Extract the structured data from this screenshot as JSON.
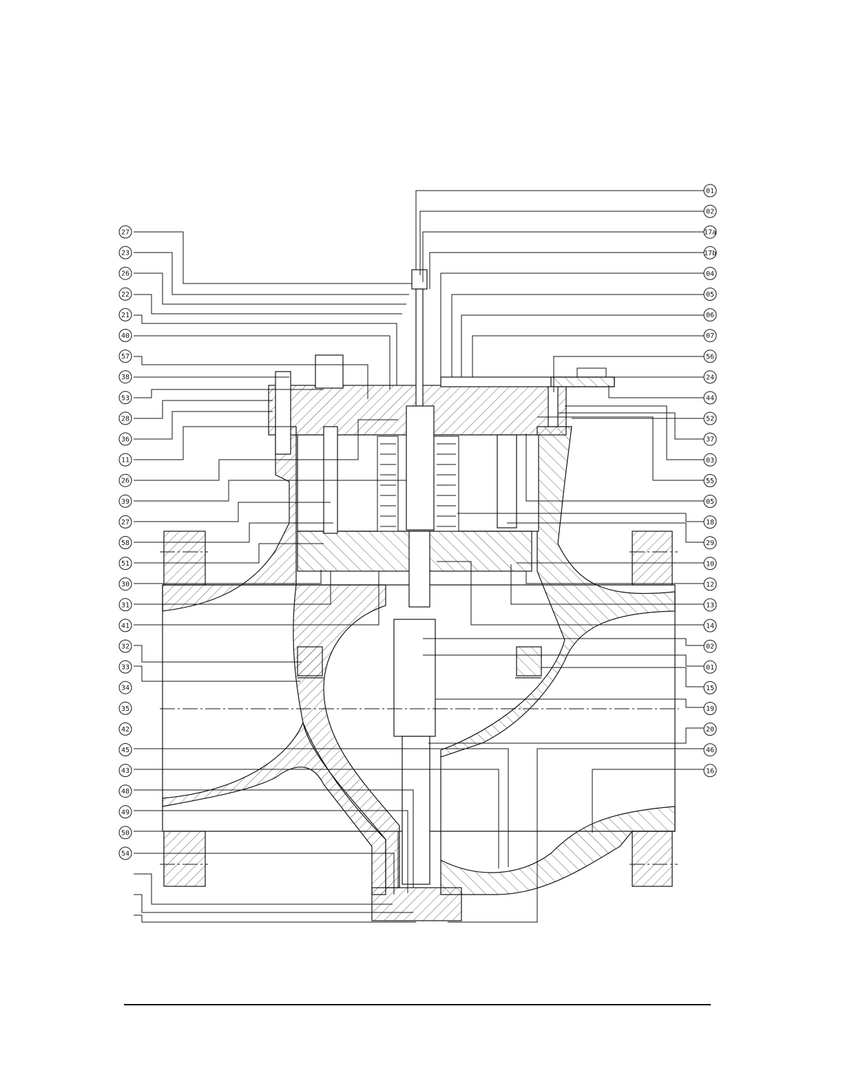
{
  "document": {
    "type": "valve assembly cross-section drawing",
    "line_color": "#111111",
    "hatch_color": "#333333"
  },
  "balloons": {
    "right": [
      "01",
      "02",
      "17a",
      "17b",
      "04",
      "05",
      "06",
      "07",
      "56",
      "24",
      "44",
      "52",
      "37",
      "03",
      "55",
      "05",
      "18",
      "29",
      "10",
      "12",
      "13",
      "14",
      "02",
      "01",
      "15",
      "19",
      "20",
      "46",
      "16"
    ],
    "left": [
      "27",
      "23",
      "26",
      "22",
      "21",
      "40",
      "57",
      "38",
      "53",
      "28",
      "36",
      "11",
      "26",
      "39",
      "27",
      "58",
      "51",
      "30",
      "31",
      "41",
      "32",
      "33",
      "34",
      "35",
      "42",
      "45",
      "43",
      "48",
      "49",
      "50",
      "54"
    ]
  }
}
